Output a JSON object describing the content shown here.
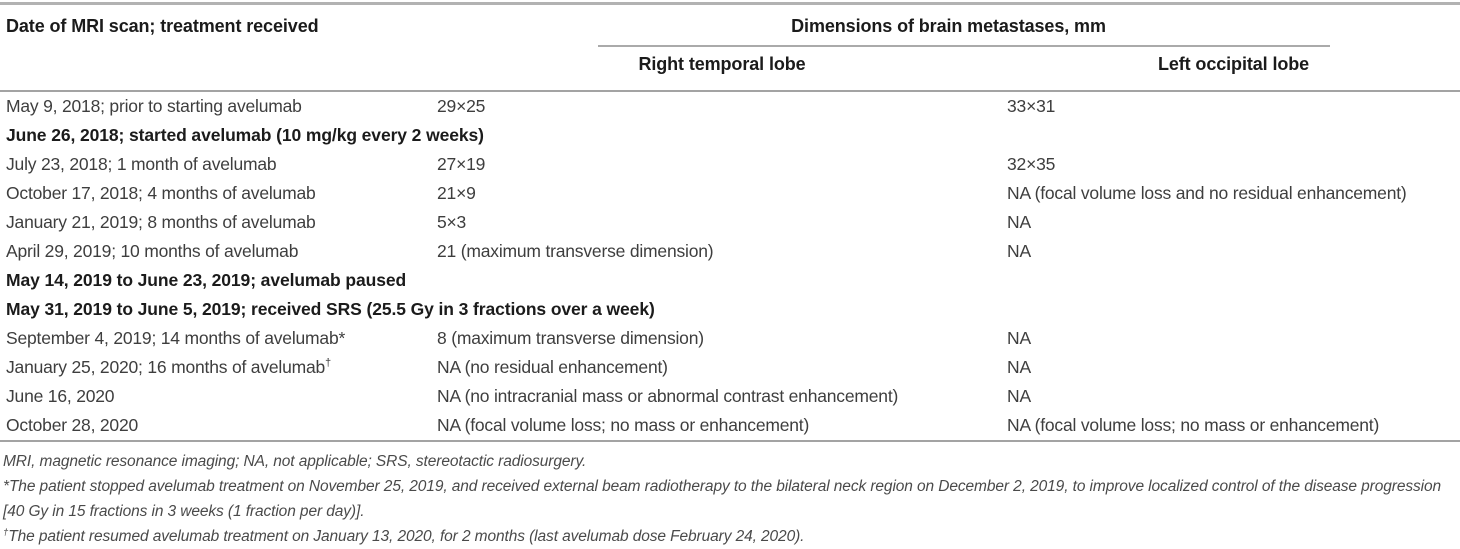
{
  "table": {
    "col1_header": "Date of MRI scan; treatment received",
    "span_header": "Dimensions of brain metastases, mm",
    "col2_header": "Right temporal lobe",
    "col3_header": "Left occipital lobe",
    "rows": [
      {
        "type": "data",
        "date": "May 9, 2018; prior to starting avelumab",
        "marker": "",
        "right": "29×25",
        "left": "33×31"
      },
      {
        "type": "section",
        "date": "June 26, 2018; started avelumab (10 mg/kg every 2 weeks)"
      },
      {
        "type": "data",
        "date": "July 23, 2018; 1 month of avelumab",
        "marker": "",
        "right": "27×19",
        "left": "32×35"
      },
      {
        "type": "data",
        "date": "October 17, 2018; 4 months of avelumab",
        "marker": "",
        "right": "21×9",
        "left": "NA (focal volume loss and no residual enhancement)"
      },
      {
        "type": "data",
        "date": "January 21, 2019; 8 months of avelumab",
        "marker": "",
        "right": "5×3",
        "left": "NA"
      },
      {
        "type": "data",
        "date": "April 29, 2019; 10 months of avelumab",
        "marker": "",
        "right": "21 (maximum transverse dimension)",
        "left": "NA"
      },
      {
        "type": "section",
        "date": "May 14, 2019 to June 23, 2019; avelumab paused"
      },
      {
        "type": "section",
        "date": "May 31, 2019 to June 5, 2019; received SRS (25.5 Gy in 3 fractions over a week)"
      },
      {
        "type": "data",
        "date": "September 4, 2019; 14 months of avelumab",
        "marker": "*",
        "right": "8 (maximum transverse dimension)",
        "left": "NA"
      },
      {
        "type": "data",
        "date": "January 25, 2020; 16 months of avelumab",
        "marker": "†",
        "right": "NA (no residual enhancement)",
        "left": "NA"
      },
      {
        "type": "data",
        "date": "June 16, 2020",
        "marker": "",
        "right": "NA (no intracranial mass or abnormal contrast enhancement)",
        "left": "NA"
      },
      {
        "type": "data",
        "date": "October 28, 2020",
        "marker": "",
        "right": "NA (focal volume loss; no mass or enhancement)",
        "left": "NA (focal volume loss; no mass or enhancement)"
      }
    ]
  },
  "footnotes": {
    "abbrev": "MRI, magnetic resonance imaging; NA, not applicable; SRS, stereotactic radiosurgery.",
    "asterisk_marker": "*",
    "asterisk_text": "The patient stopped avelumab treatment on November 25, 2019, and received external beam radiotherapy to the bilateral neck region on December 2, 2019, to improve localized control of the disease progression [40 Gy in 15 fractions in 3 weeks (1 fraction per day)].",
    "dagger_marker": "†",
    "dagger_text": "The patient resumed avelumab treatment on January 13, 2020, for 2 months (last avelumab dose February 24, 2020)."
  }
}
